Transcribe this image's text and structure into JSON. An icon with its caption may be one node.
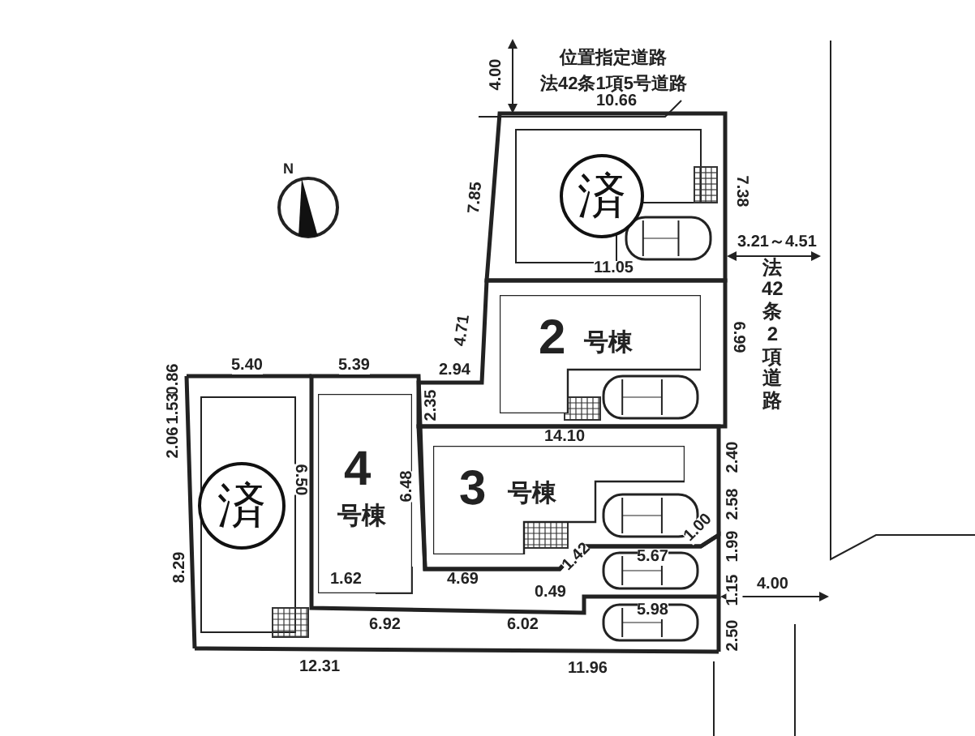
{
  "diagram": {
    "nodes": [
      {
        "text": [
          "済"
        ]
      },
      {
        "text": [
          "2",
          "号棟"
        ]
      },
      {
        "text": [
          "済"
        ]
      },
      {
        "text": [
          "4",
          "号棟"
        ]
      },
      {
        "text": [
          "3",
          "号棟"
        ]
      }
    ],
    "labels": [
      "位置指定道路",
      "法42条1項5号道路",
      "4.00",
      "10.66",
      "N",
      "7.85",
      "7.38",
      "11.05",
      "3.21～4.51",
      "法42条2項道路",
      "4.71",
      "6.99",
      "5.40",
      "5.39",
      "2.94",
      "0.86",
      "1.53",
      "2.06",
      "2.35",
      "6.50",
      "6.48",
      "14.10",
      "2.40",
      "2.58",
      "1.00",
      "1.42",
      "5.67",
      "1.99",
      "1.62",
      "4.69",
      "8.29",
      "1.15",
      "0.49",
      "5.98",
      "4.00",
      "6.92",
      "6.02",
      "2.50",
      "12.31",
      "11.96"
    ]
  }
}
